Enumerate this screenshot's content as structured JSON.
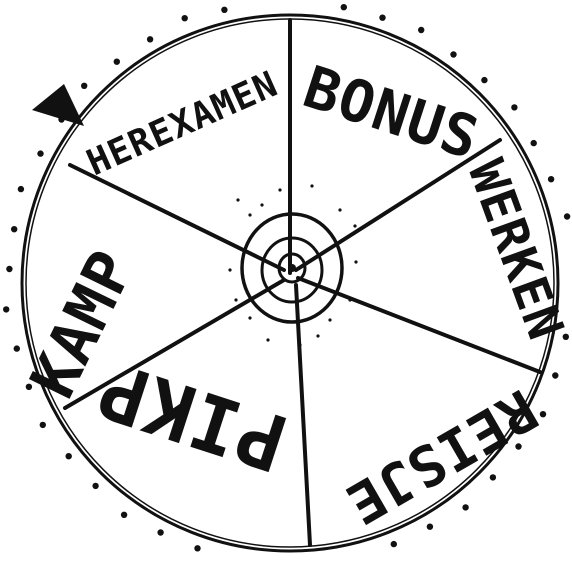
{
  "wheel": {
    "segments": [
      {
        "label": "BONUS"
      },
      {
        "label": "WERKEN"
      },
      {
        "label": "REISJE"
      },
      {
        "label": "PIKP"
      },
      {
        "label": "KAMP"
      },
      {
        "label": "HEREXAMEN"
      }
    ],
    "ink_color": "#111111",
    "background_color": "#ffffff"
  }
}
